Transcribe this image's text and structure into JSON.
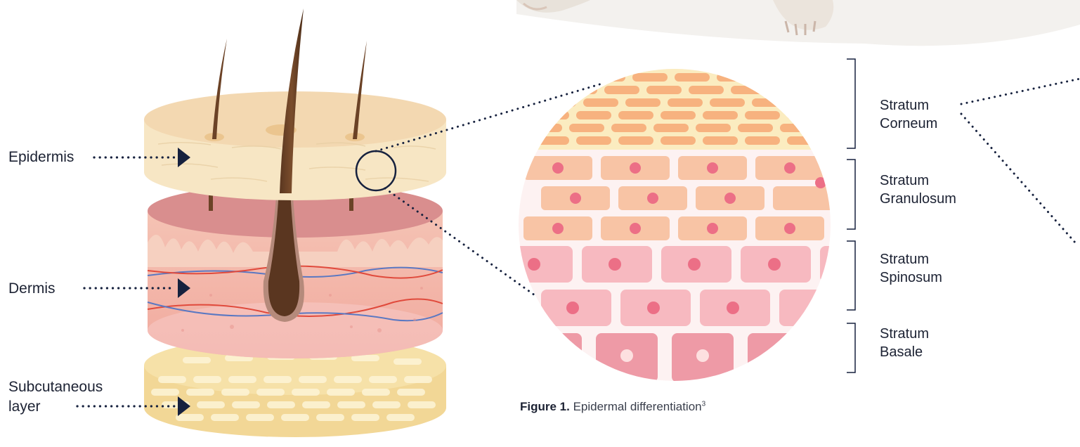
{
  "labels": {
    "epidermis": "Epidermis",
    "dermis": "Dermis",
    "subcutaneous_line1": "Subcutaneous",
    "subcutaneous_line2": "layer"
  },
  "strata": [
    {
      "line1": "Stratum",
      "line2": "Corneum"
    },
    {
      "line1": "Stratum",
      "line2": "Granulosum"
    },
    {
      "line1": "Stratum",
      "line2": "Spinosum"
    },
    {
      "line1": "Stratum",
      "line2": "Basale"
    }
  ],
  "caption": {
    "prefix": "Figure 1.",
    "text": " Epidermal differentiation",
    "superscript": "3"
  },
  "colors": {
    "navy": "#16213e",
    "epidermis": "#f7e6c4",
    "dermis": "#f2b8ae",
    "subcutaneous": "#f1d493",
    "corneum": "#fbecc0",
    "corneum_cell": "#f7b27f",
    "granulosum_cell": "#f8c4a5",
    "spinosum_cell": "#f7b9c0",
    "basale_cell": "#ee9aa6",
    "nucleus": "#ec6f86",
    "hair": "#6b4226"
  }
}
